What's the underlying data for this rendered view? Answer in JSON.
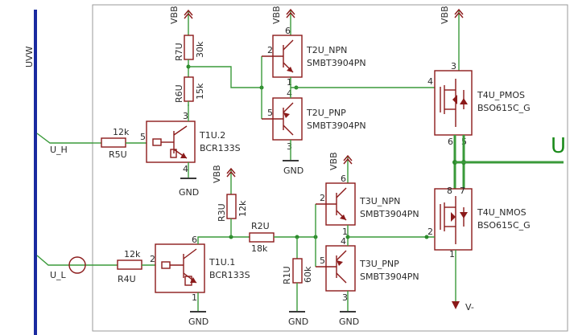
{
  "bus": {
    "name": "UVW"
  },
  "signals": {
    "u_h": "U_H",
    "u_l": "U_L",
    "output": "U"
  },
  "supply": {
    "vbb": "VBB",
    "gnd": "GND",
    "vminus": "V-"
  },
  "resistors": {
    "r7u": {
      "ref": "R7U",
      "value": "30k"
    },
    "r6u": {
      "ref": "R6U",
      "value": "15k"
    },
    "r5u": {
      "ref": "R5U",
      "value": "12k"
    },
    "r4u": {
      "ref": "R4U",
      "value": "12k"
    },
    "r3u": {
      "ref": "R3U",
      "value": "12k"
    },
    "r2u": {
      "ref": "R2U",
      "value": "18k"
    },
    "r1u": {
      "ref": "R1U",
      "value": "60k"
    }
  },
  "transistors": {
    "t2u_npn": {
      "ref": "T2U_NPN",
      "part": "SMBT3904PN"
    },
    "t2u_pnp": {
      "ref": "T2U_PNP",
      "part": "SMBT3904PN"
    },
    "t3u_npn": {
      "ref": "T3U_NPN",
      "part": "SMBT3904PN"
    },
    "t3u_pnp": {
      "ref": "T3U_PNP",
      "part": "SMBT3904PN"
    },
    "t1u_2": {
      "ref": "T1U.2",
      "part": "BCR133S"
    },
    "t1u_1": {
      "ref": "T1U.1",
      "part": "BCR133S"
    },
    "t4u_pmos": {
      "ref": "T4U_PMOS",
      "part": "BSO615C_G"
    },
    "t4u_nmos": {
      "ref": "T4U_NMOS",
      "part": "BSO615C_G"
    }
  },
  "pins": {
    "p1": "1",
    "p2": "2",
    "p3": "3",
    "p4": "4",
    "p5": "5",
    "p6": "6",
    "p7": "7",
    "p8": "8"
  }
}
